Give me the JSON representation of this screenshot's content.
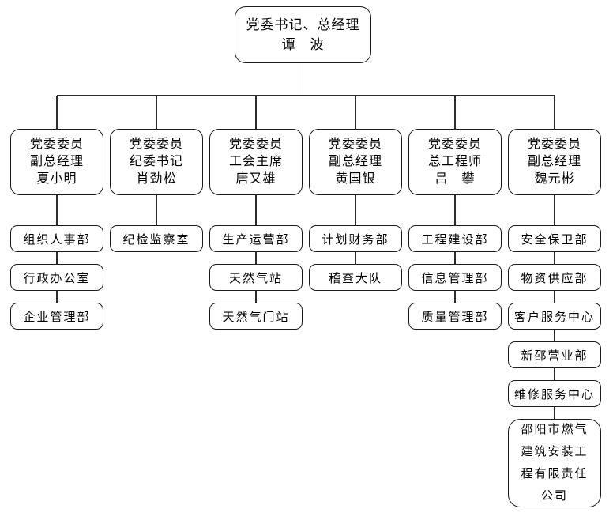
{
  "chart": {
    "title": "company-organization-chart",
    "root": {
      "lines": [
        "党委书记、总经理",
        "谭　波"
      ]
    },
    "branches": [
      {
        "leader": [
          "党委委员",
          "副总经理",
          "夏小明"
        ],
        "departments": [
          "组织人事部",
          "行政办公室",
          "企业管理部"
        ]
      },
      {
        "leader": [
          "党委委员",
          "纪委书记",
          "肖劲松"
        ],
        "departments": [
          "纪检监察室"
        ]
      },
      {
        "leader": [
          "党委委员",
          "工会主席",
          "唐又雄"
        ],
        "departments": [
          "生产运营部",
          "天然气站",
          "天然气门站"
        ]
      },
      {
        "leader": [
          "党委委员",
          "副总经理",
          "黄国银"
        ],
        "departments": [
          "计划财务部",
          "稽查大队"
        ]
      },
      {
        "leader": [
          "党委委员",
          "总工程师",
          "吕　攀"
        ],
        "departments": [
          "工程建设部",
          "信息管理部",
          "质量管理部"
        ]
      },
      {
        "leader": [
          "党委委员",
          "副总经理",
          "魏元彬"
        ],
        "departments": [
          "安全保卫部",
          "物资供应部",
          "客户服务中心",
          "新邵营业部",
          "维修服务中心",
          "邵阳市燃气建筑安装工程有限责任公司"
        ]
      }
    ],
    "colors": {
      "border": "#1c1c1c",
      "line": "#2b2b2b",
      "background": "#ffffff",
      "text": "#000000"
    }
  }
}
